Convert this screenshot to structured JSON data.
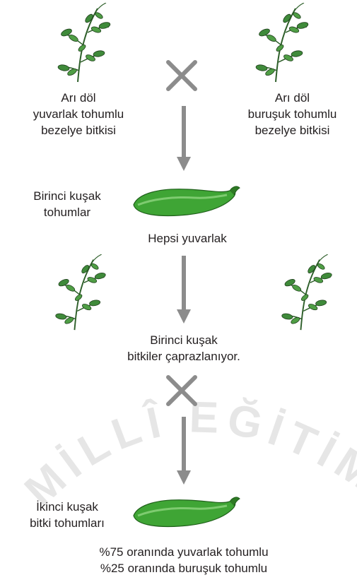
{
  "watermark": "MİLLÎ EĞİTİM BAKANLIĞI",
  "parents": {
    "left": [
      "Arı döl",
      "yuvarlak tohumlu",
      "bezelye bitkisi"
    ],
    "right": [
      "Arı döl",
      "buruşuk tohumlu",
      "bezelye bitkisi"
    ]
  },
  "f1_seeds": {
    "label": [
      "Birinci kuşak",
      "tohumlar"
    ],
    "result": "Hepsi yuvarlak"
  },
  "f1_plants": {
    "label": [
      "Birinci kuşak",
      "bitkiler çaprazlanıyor."
    ]
  },
  "f2_seeds": {
    "label": [
      "İkinci kuşak",
      "bitki tohumları"
    ],
    "result": [
      "%75 oranında yuvarlak tohumlu",
      "%25 oranında buruşuk tohumlu"
    ]
  },
  "colors": {
    "arrow": "#8c8c8c",
    "leaf": "#3f8a3a",
    "stem": "#2e5f2a",
    "pod": "#3fa535",
    "text": "#231f20"
  }
}
